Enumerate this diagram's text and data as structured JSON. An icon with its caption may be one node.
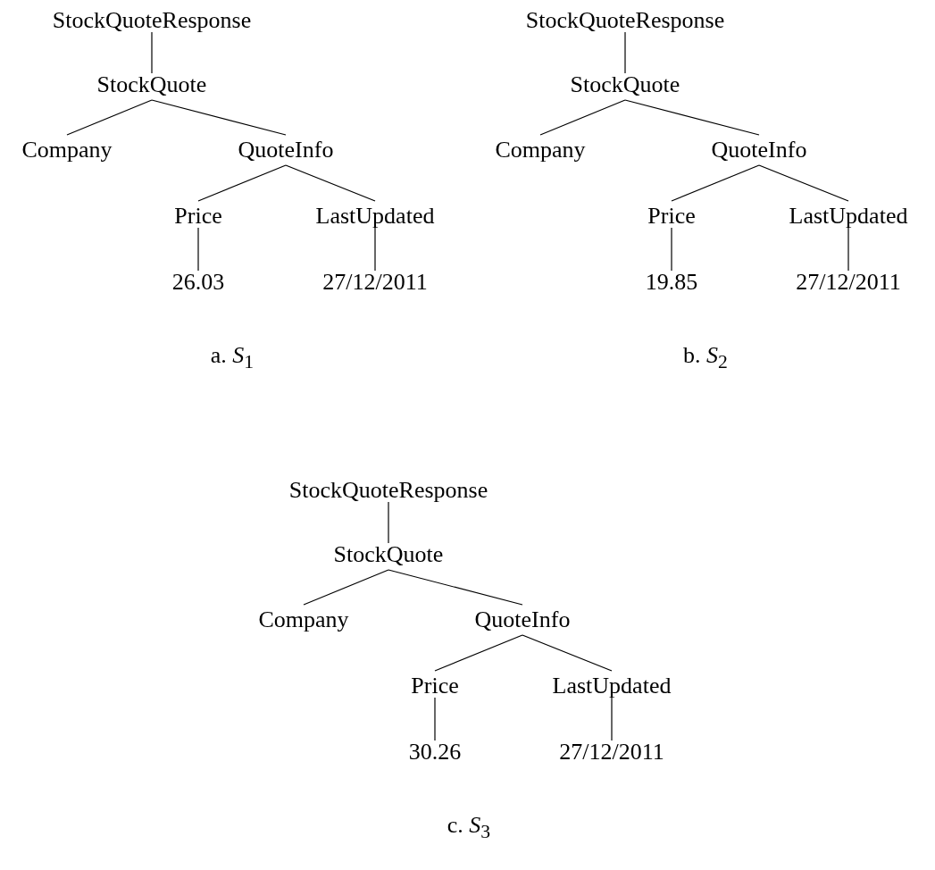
{
  "diagram": {
    "nodes": [
      {
        "text": [
          "StockQuoteResponse"
        ]
      },
      {
        "text": [
          "StockQuote"
        ]
      },
      {
        "text": [
          "Company"
        ]
      },
      {
        "text": [
          "QuoteInfo"
        ]
      },
      {
        "text": [
          "Price"
        ]
      },
      {
        "text": [
          "LastUpdated"
        ]
      },
      {
        "text": [
          "26.03"
        ]
      },
      {
        "text": [
          "27/12/2011"
        ]
      },
      {
        "text": [
          "StockQuoteResponse"
        ]
      },
      {
        "text": [
          "StockQuote"
        ]
      },
      {
        "text": [
          "Company"
        ]
      },
      {
        "text": [
          "QuoteInfo"
        ]
      },
      {
        "text": [
          "Price"
        ]
      },
      {
        "text": [
          "LastUpdated"
        ]
      },
      {
        "text": [
          "19.85"
        ]
      },
      {
        "text": [
          "27/12/2011"
        ]
      },
      {
        "text": [
          "StockQuoteResponse"
        ]
      },
      {
        "text": [
          "StockQuote"
        ]
      },
      {
        "text": [
          "Company"
        ]
      },
      {
        "text": [
          "QuoteInfo"
        ]
      },
      {
        "text": [
          "Price"
        ]
      },
      {
        "text": [
          "LastUpdated"
        ]
      },
      {
        "text": [
          "30.26"
        ]
      },
      {
        "text": [
          "27/12/2011"
        ]
      }
    ],
    "edges": [
      {
        "from": 0,
        "to": 1,
        "arrow": "none"
      },
      {
        "from": 1,
        "to": 2,
        "arrow": "none"
      },
      {
        "from": 1,
        "to": 3,
        "arrow": "none"
      },
      {
        "from": 3,
        "to": 4,
        "arrow": "none"
      },
      {
        "from": 3,
        "to": 5,
        "arrow": "none"
      },
      {
        "from": 4,
        "to": 6,
        "arrow": "none"
      },
      {
        "from": 5,
        "to": 7,
        "arrow": "none"
      },
      {
        "from": 8,
        "to": 9,
        "arrow": "none"
      },
      {
        "from": 9,
        "to": 10,
        "arrow": "none"
      },
      {
        "from": 9,
        "to": 11,
        "arrow": "none"
      },
      {
        "from": 11,
        "to": 12,
        "arrow": "none"
      },
      {
        "from": 11,
        "to": 13,
        "arrow": "none"
      },
      {
        "from": 12,
        "to": 14,
        "arrow": "none"
      },
      {
        "from": 13,
        "to": 15,
        "arrow": "none"
      },
      {
        "from": 16,
        "to": 17,
        "arrow": "none"
      },
      {
        "from": 17,
        "to": 18,
        "arrow": "none"
      },
      {
        "from": 17,
        "to": 19,
        "arrow": "none"
      },
      {
        "from": 19,
        "to": 20,
        "arrow": "none"
      },
      {
        "from": 19,
        "to": 21,
        "arrow": "none"
      },
      {
        "from": 20,
        "to": 22,
        "arrow": "none"
      },
      {
        "from": 21,
        "to": 23,
        "arrow": "none"
      }
    ],
    "labels": [
      "a. *S*$_{1}$",
      "b. *S*$_{2}$",
      "c. *S*$_{3}$"
    ]
  }
}
